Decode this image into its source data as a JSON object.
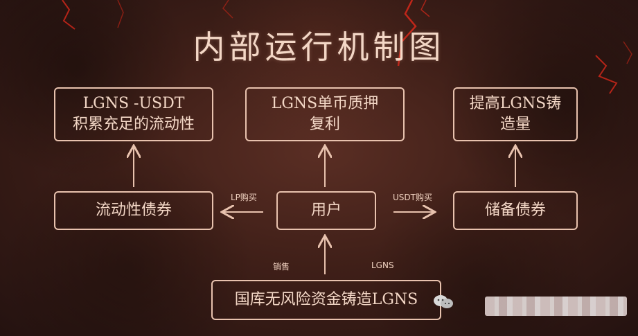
{
  "diagram": {
    "title": "内部运行机制图",
    "nodes": {
      "lp_accumulation": {
        "line1": "LGNS -USDT",
        "line2": "积累充足的流动性"
      },
      "staking": {
        "line1": "LGNS单币质押",
        "line2": "复利"
      },
      "minting": {
        "line1": "提高LGNS铸",
        "line2": "造量"
      },
      "liquidity_bond": {
        "label": "流动性债券"
      },
      "user": {
        "label": "用户"
      },
      "reserve_bond": {
        "label": "储备债券"
      },
      "treasury": {
        "label": "国库无风险资金铸造LGNS"
      }
    },
    "edge_labels": {
      "lp_buy": "LP购买",
      "usdt_buy": "USDT购买",
      "sell": "销售",
      "lgns": "LGNS"
    }
  },
  "colors": {
    "text": "#f3d7c6",
    "border": "#e8c2ae",
    "crack": "#d8281a"
  },
  "icons": [
    "wechat-icon"
  ]
}
